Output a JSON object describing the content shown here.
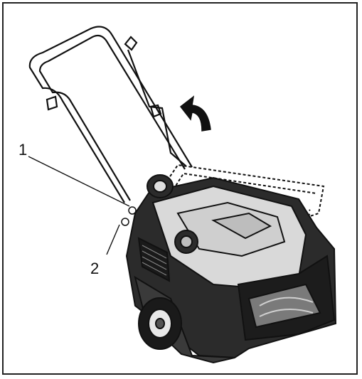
{
  "diagram": {
    "callouts": [
      {
        "id": "1",
        "label": "1"
      },
      {
        "id": "2",
        "label": "2"
      }
    ],
    "arrow_direction": "up-left",
    "colors": {
      "line": "#111111",
      "body": "#2b2b2b",
      "panel": "#d9d9d9",
      "mid": "#7a7a7a"
    }
  }
}
